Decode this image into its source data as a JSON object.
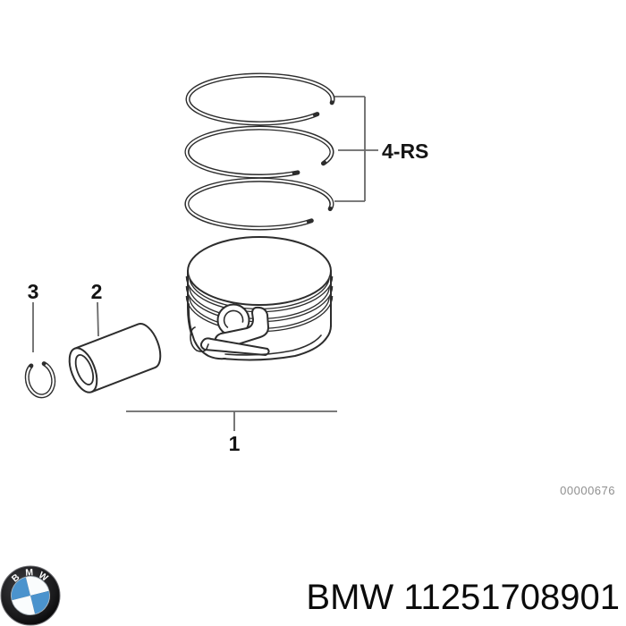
{
  "diagram": {
    "callouts": {
      "rings": "4-RS",
      "piston": "1",
      "piston_pin": "2",
      "circlip": "3"
    },
    "drawing_number": "00000676",
    "colors": {
      "part_lines": "#2d2d2d",
      "callout_lines": "#686868",
      "label_text": "#141414",
      "drawing_number_text": "#8f8f8f"
    }
  },
  "footer": {
    "part_text": "BMW 11251708901",
    "logo": {
      "letters": [
        "B",
        "M",
        "W"
      ],
      "blue": "#4b93cd",
      "ring_color": "#1b1b1d",
      "white_quadrant": "#fafcfd"
    }
  }
}
